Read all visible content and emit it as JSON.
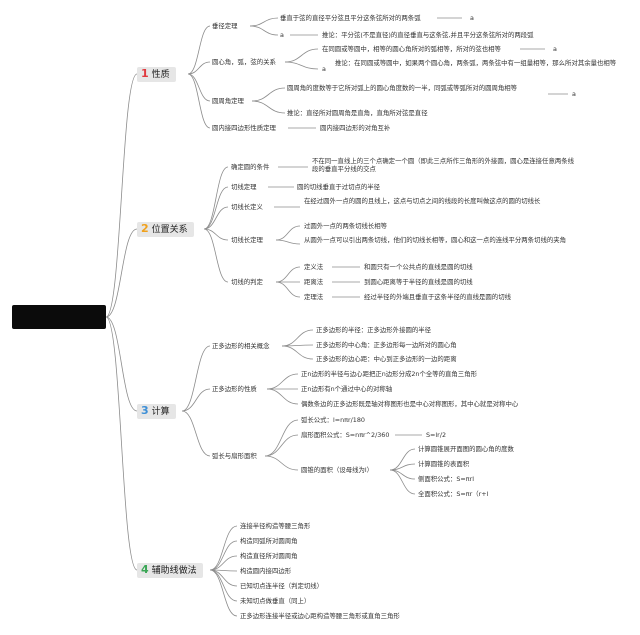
{
  "sections": [
    {
      "number": "1",
      "title": "性质",
      "items": [
        {
          "label": "垂径定理",
          "children": [
            {
              "text": "垂直于弦的直径平分弦且平分这条弦所对的两条弧",
              "tag": "a"
            },
            {
              "text": "推论：平分弦(不是直径)的直径垂直与这条弦,并且平分这条弦所对的两段弧",
              "tag": "a"
            }
          ]
        },
        {
          "label": "圆心角，弧，弦的关系",
          "children": [
            {
              "text": "在同圆或等圆中，相等的圆心角所对的弧相等，所对的弦也相等",
              "tag": "a"
            },
            {
              "text": "推论：在同圆或等圆中，如果两个圆心角，两条弧，两条弦中有一组量相等，那么所对其余量也相等",
              "tag": "a"
            }
          ]
        },
        {
          "label": "圆周角定理",
          "children": [
            {
              "text": "圆周角的度数等于它所对弧上的圆心角度数的一半，同弧或等弧所对的圆周角相等",
              "tag": "a"
            },
            {
              "text": "推论：直径所对圆周角是直角，直角所对弦是直径"
            }
          ]
        },
        {
          "label": "圆内接四边形性质定理",
          "children": [
            {
              "text": "圆内接四边形的对角互补"
            }
          ]
        }
      ]
    },
    {
      "number": "2",
      "title": "位置关系",
      "items": [
        {
          "label": "确定圆的条件",
          "children": [
            {
              "text": "不在同一直线上的三个点确定一个圆（即此三点所作三角形的外接圆，圆心是连接任意两条线段的垂直平分线的交点"
            }
          ]
        },
        {
          "label": "切线定理",
          "children": [
            {
              "text": "圆的切线垂直于过切点的半径"
            }
          ]
        },
        {
          "label": "切线长定义",
          "children": [
            {
              "text": "在经过圆外一点的圆的且线上，这点与切点之间的线段的长度叫做这点的圆的切线长"
            }
          ]
        },
        {
          "label": "切线长定理",
          "children": [
            {
              "text": "过圆外一点的两条切线长相等"
            },
            {
              "text": "从圆外一点可以引出两条切线，他们的切线长相等，圆心和这一点的连线平分两条切线的夹角"
            }
          ]
        },
        {
          "label": "切线的判定",
          "children": [
            {
              "text": "定义法",
              "detail": "和圆只有一个公共点的直线是圆的切线"
            },
            {
              "text": "距离法",
              "detail": "到圆心距离等于半径的直线是圆的切线"
            },
            {
              "text": "定理法",
              "detail": "经过半径的外端且垂直于这条半径的直线是圆的切线"
            }
          ]
        }
      ]
    },
    {
      "number": "3",
      "title": "计算",
      "items": [
        {
          "label": "正多边形的相关概念",
          "children": [
            {
              "text": "正多边形的半径：正多边形外接圆的半径"
            },
            {
              "text": "正多边形的中心角：正多边形每一边所对的圆心角"
            },
            {
              "text": "正多边形的边心距：中心到正多边形的一边的距离"
            }
          ]
        },
        {
          "label": "正多边形的性质",
          "children": [
            {
              "text": "正n边形的半径与边心距把正n边形分成2n个全等的直角三角形"
            },
            {
              "text": "正n边形有n个通过中心的对称轴"
            },
            {
              "text": "偶数条边的正多边形既是轴对称图形也是中心对称图形，其中心就是对称中心"
            }
          ]
        },
        {
          "label": "弧长与扇形面积",
          "children": [
            {
              "text": "弧长公式：l=nπr/180"
            },
            {
              "text": "扇形面积公式：S=nπr^2/360",
              "detail": "S=lr/2"
            },
            {
              "text": "圆锥的面积（设母线为l）",
              "subs": [
                "计算圆锥展开面图的圆心角的度数",
                "计算圆锥的表面积",
                "侧面积公式：S=πrl",
                "全面积公式：S=πr（r+l"
              ]
            }
          ]
        }
      ]
    },
    {
      "number": "4",
      "title": "辅助线做法",
      "items": [
        {
          "label": "连接半径构造等腰三角形"
        },
        {
          "label": "构造同弧所对圆周角"
        },
        {
          "label": "构造直径所对圆周角"
        },
        {
          "label": "构造圆内接四边形"
        },
        {
          "label": "已知切点连半径（判定切线）"
        },
        {
          "label": "未知切点做垂直（同上）"
        },
        {
          "label": "正多边形连接半径或边心距构造等腰三角形或直角三角形"
        }
      ]
    }
  ]
}
